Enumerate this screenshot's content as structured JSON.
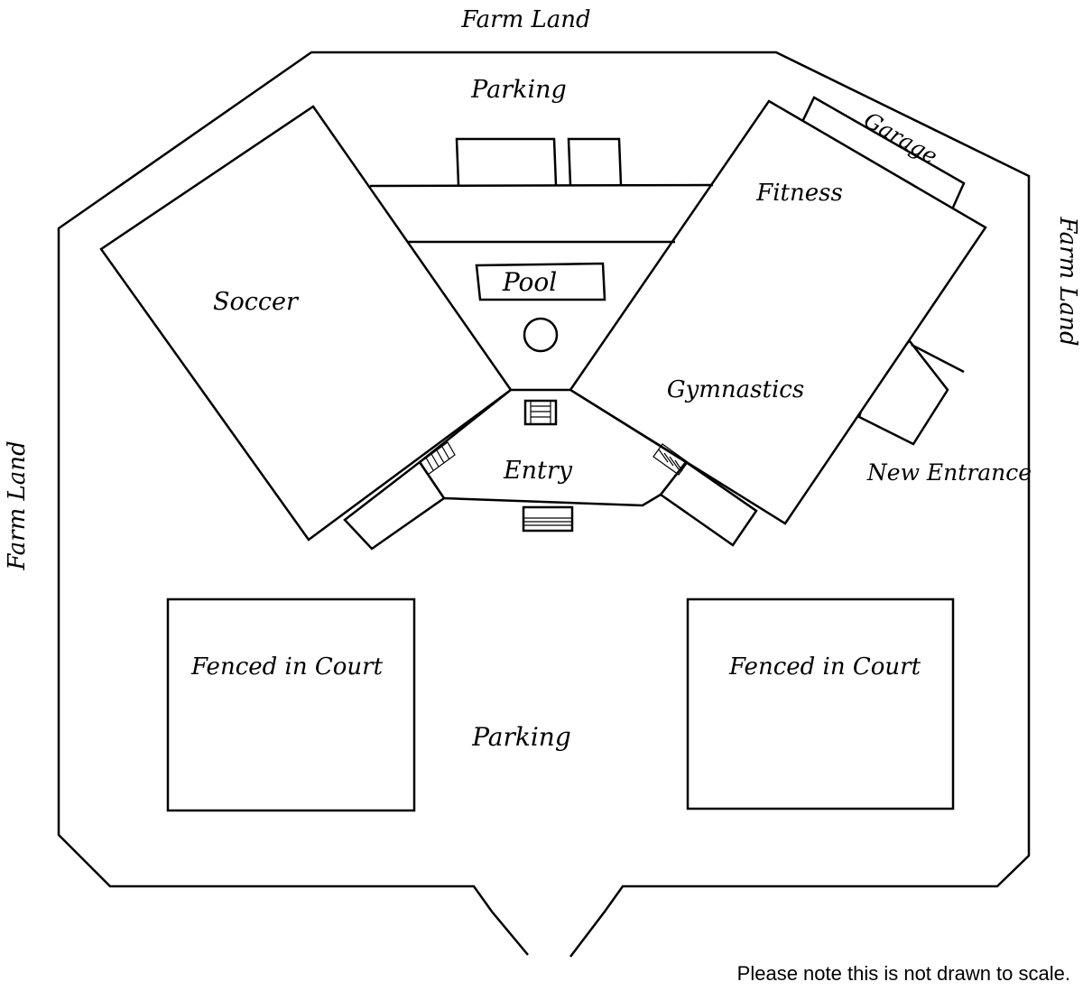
{
  "labels": {
    "farm_land_top": "Farm Land",
    "farm_land_left": "Farm Land",
    "farm_land_right": "Farm Land",
    "parking_north": "Parking",
    "parking_south": "Parking",
    "garage": "Garage",
    "fitness": "Fitness",
    "soccer": "Soccer",
    "pool": "Pool",
    "gymnastics": "Gymnastics",
    "entry": "Entry",
    "new_entrance": "New Entrance",
    "court_left": "Fenced in Court",
    "court_right": "Fenced in Court"
  },
  "footer": {
    "note": "Please note this is not drawn to scale."
  },
  "colors": {
    "ink": "#000000",
    "paper": "#ffffff"
  }
}
